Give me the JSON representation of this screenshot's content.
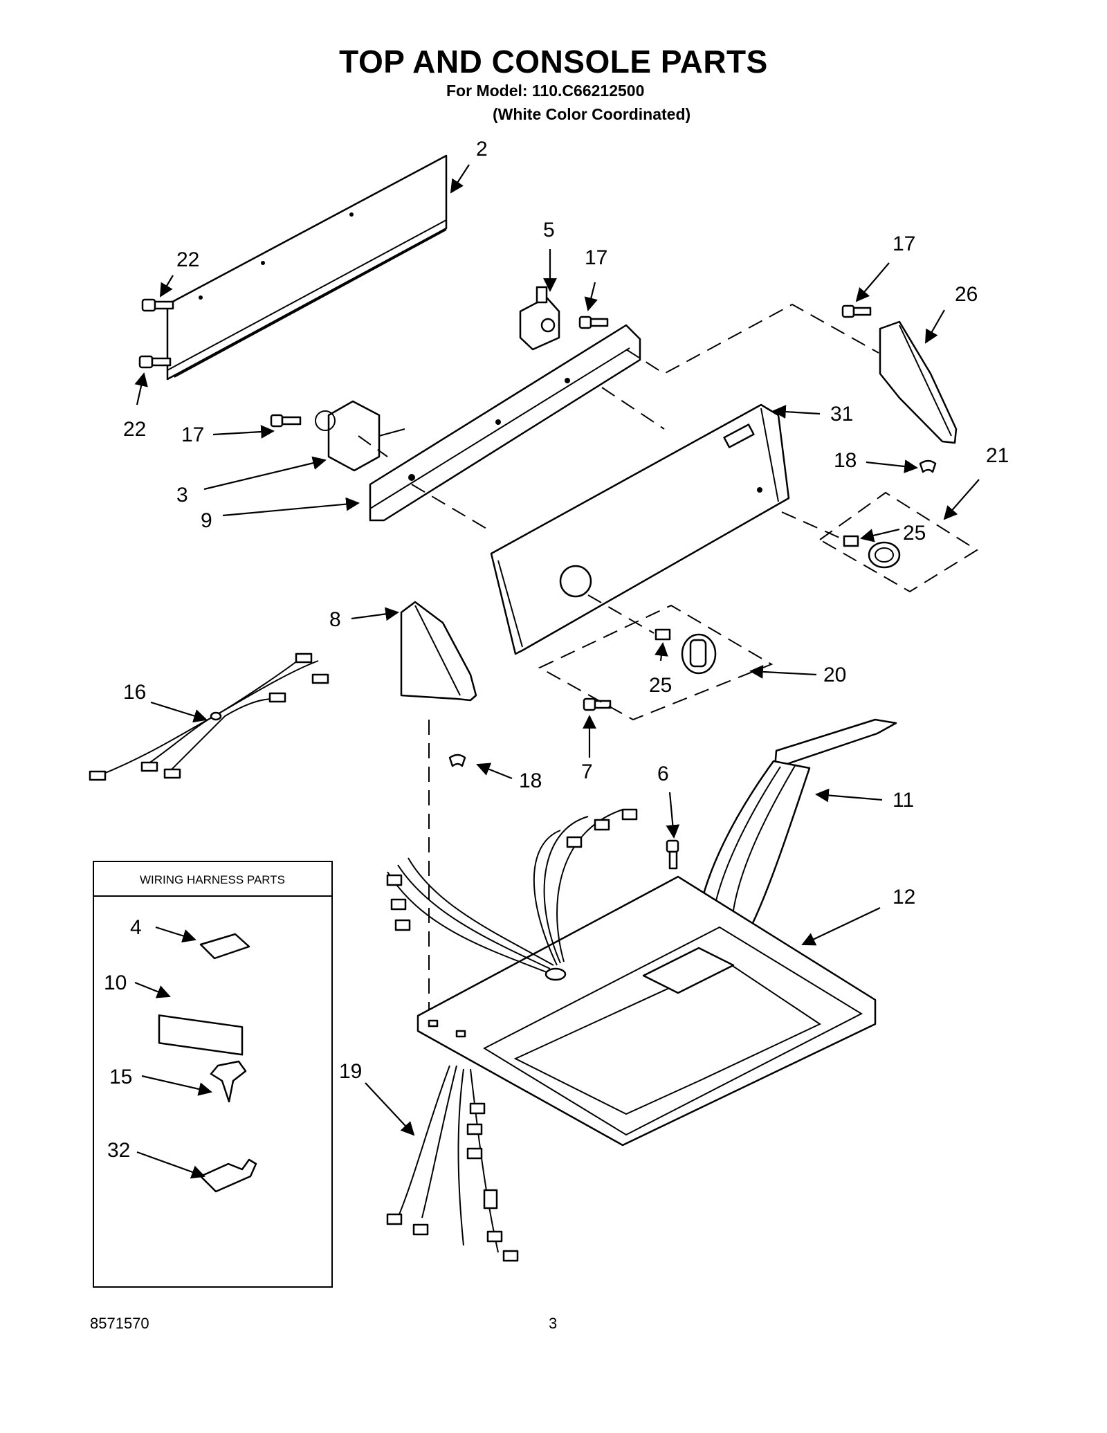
{
  "header": {
    "title": "TOP AND CONSOLE PARTS",
    "model_line": "For Model: 110.C66212500",
    "color_line": "(White Color Coordinated)"
  },
  "callouts": {
    "c2": "2",
    "c5": "5",
    "c17a": "17",
    "c17b": "17",
    "c17c": "17",
    "c26": "26",
    "c22a": "22",
    "c22b": "22",
    "c31": "31",
    "c18a": "18",
    "c21": "21",
    "c3": "3",
    "c9": "9",
    "c25a": "25",
    "c25b": "25",
    "c8": "8",
    "c20": "20",
    "c16": "16",
    "c7": "7",
    "c18b": "18",
    "c6": "6",
    "c11": "11",
    "c12": "12",
    "c4": "4",
    "c10": "10",
    "c15": "15",
    "c32": "32",
    "c19": "19"
  },
  "wiring_box": {
    "title": "WIRING HARNESS PARTS"
  },
  "footer": {
    "doc_number": "8571570",
    "page_number": "3"
  }
}
